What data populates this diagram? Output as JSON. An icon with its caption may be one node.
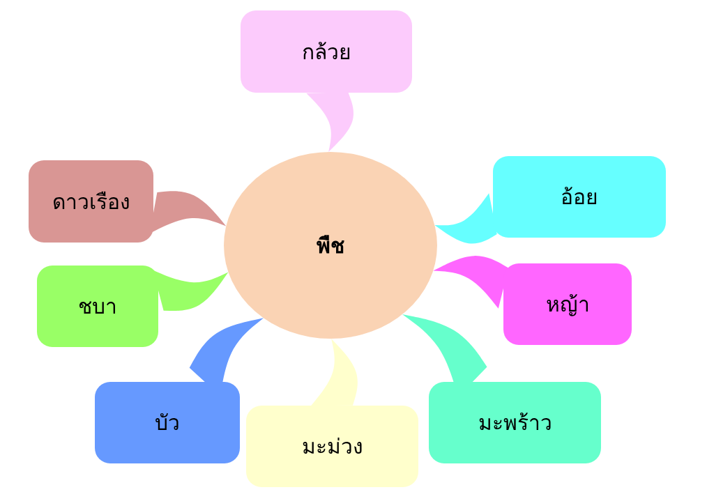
{
  "diagram": {
    "nodes": [
      {
        "text": [
          "กล้วย"
        ]
      },
      {
        "text": [
          "ดาวเรือง"
        ]
      },
      {
        "text": [
          "อ้อย"
        ]
      },
      {
        "text": [
          "พืช"
        ]
      },
      {
        "text": [
          "หญ้า"
        ]
      },
      {
        "text": [
          "ชบา"
        ]
      },
      {
        "text": [
          "บัว"
        ]
      },
      {
        "text": [
          "มะพร้าว"
        ]
      },
      {
        "text": [
          "มะม่วง"
        ]
      }
    ],
    "edges": [
      {
        "from": 3,
        "to": 0,
        "arrow": "none",
        "color": "#fccbfc"
      },
      {
        "from": 3,
        "to": 2,
        "arrow": "none",
        "color": "#66ffff"
      },
      {
        "from": 3,
        "to": 4,
        "arrow": "none",
        "color": "#ff66ff"
      },
      {
        "from": 3,
        "to": 7,
        "arrow": "none",
        "color": "#66ffcc"
      },
      {
        "from": 3,
        "to": 8,
        "arrow": "none",
        "color": "#ffffcc"
      },
      {
        "from": 3,
        "to": 6,
        "arrow": "none",
        "color": "#6699ff"
      },
      {
        "from": 3,
        "to": 5,
        "arrow": "none",
        "color": "#99ff66"
      },
      {
        "from": 3,
        "to": 1,
        "arrow": "none",
        "color": "#d99694"
      }
    ]
  }
}
